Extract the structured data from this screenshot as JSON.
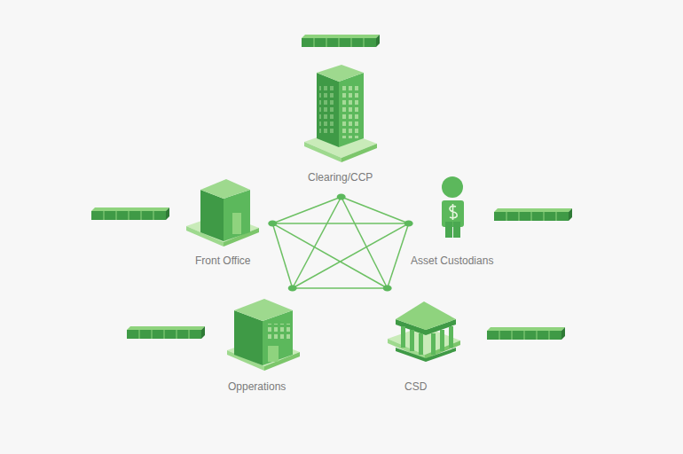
{
  "diagram": {
    "nodes": [
      {
        "text": [
          "Clearing/CCP"
        ]
      },
      {
        "text": [
          "Front Office"
        ]
      },
      {
        "text": [
          "Asset Custodians"
        ]
      },
      {
        "text": [
          "Opperations"
        ]
      },
      {
        "text": [
          "CSD"
        ]
      }
    ],
    "edges": [
      {
        "from": 0,
        "to": 1,
        "arrow": "none"
      },
      {
        "from": 0,
        "to": 2,
        "arrow": "none"
      },
      {
        "from": 0,
        "to": 3,
        "arrow": "none"
      },
      {
        "from": 0,
        "to": 4,
        "arrow": "none"
      },
      {
        "from": 1,
        "to": 2,
        "arrow": "none"
      },
      {
        "from": 1,
        "to": 3,
        "arrow": "none"
      },
      {
        "from": 1,
        "to": 4,
        "arrow": "none"
      },
      {
        "from": 2,
        "to": 3,
        "arrow": "none"
      },
      {
        "from": 2,
        "to": 4,
        "arrow": "none"
      },
      {
        "from": 3,
        "to": 4,
        "arrow": "none"
      }
    ]
  }
}
